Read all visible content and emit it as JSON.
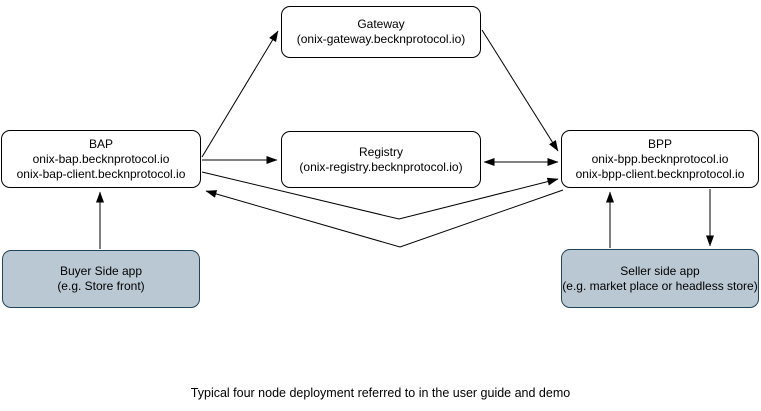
{
  "diagram": {
    "caption": "Typical four node deployment referred to in the user guide and demo",
    "nodes": {
      "gateway": {
        "type": "protocol-node",
        "lines": [
          "Gateway",
          "(onix-gateway.becknprotocol.io)"
        ]
      },
      "bap": {
        "type": "protocol-node",
        "lines": [
          "BAP",
          "onix-bap.becknprotocol.io",
          "onix-bap-client.becknprotocol.io"
        ]
      },
      "registry": {
        "type": "protocol-node",
        "lines": [
          "Registry",
          "(onix-registry.becknprotocol.io)"
        ]
      },
      "bpp": {
        "type": "protocol-node",
        "lines": [
          "BPP",
          "onix-bpp.becknprotocol.io",
          "onix-bpp-client.becknprotocol.io"
        ]
      },
      "buyer_app": {
        "type": "app-node",
        "lines": [
          "Buyer Side app",
          "(e.g. Store front)"
        ]
      },
      "seller_app": {
        "type": "app-node",
        "lines": [
          "Seller side app",
          "(e.g. market place or headless store)"
        ]
      }
    },
    "edges": [
      {
        "from": "bap",
        "to": "gateway",
        "direction": "one-way"
      },
      {
        "from": "bap",
        "to": "registry",
        "direction": "one-way"
      },
      {
        "from": "gateway",
        "to": "bpp",
        "direction": "one-way"
      },
      {
        "from": "registry",
        "to": "bpp",
        "direction": "two-way"
      },
      {
        "from": "bap",
        "to": "bpp",
        "direction": "one-way"
      },
      {
        "from": "bpp",
        "to": "bap",
        "direction": "one-way"
      },
      {
        "from": "buyer_app",
        "to": "bap",
        "direction": "one-way"
      },
      {
        "from": "seller_app",
        "to": "bpp",
        "direction": "one-way"
      },
      {
        "from": "bpp",
        "to": "seller_app",
        "direction": "one-way"
      }
    ],
    "colors": {
      "node_fill": "#ffffff",
      "node_border": "#000000",
      "app_fill": "#bac8d3",
      "app_border": "#23445d",
      "arrow": "#000000",
      "background": "#ffffff"
    }
  }
}
